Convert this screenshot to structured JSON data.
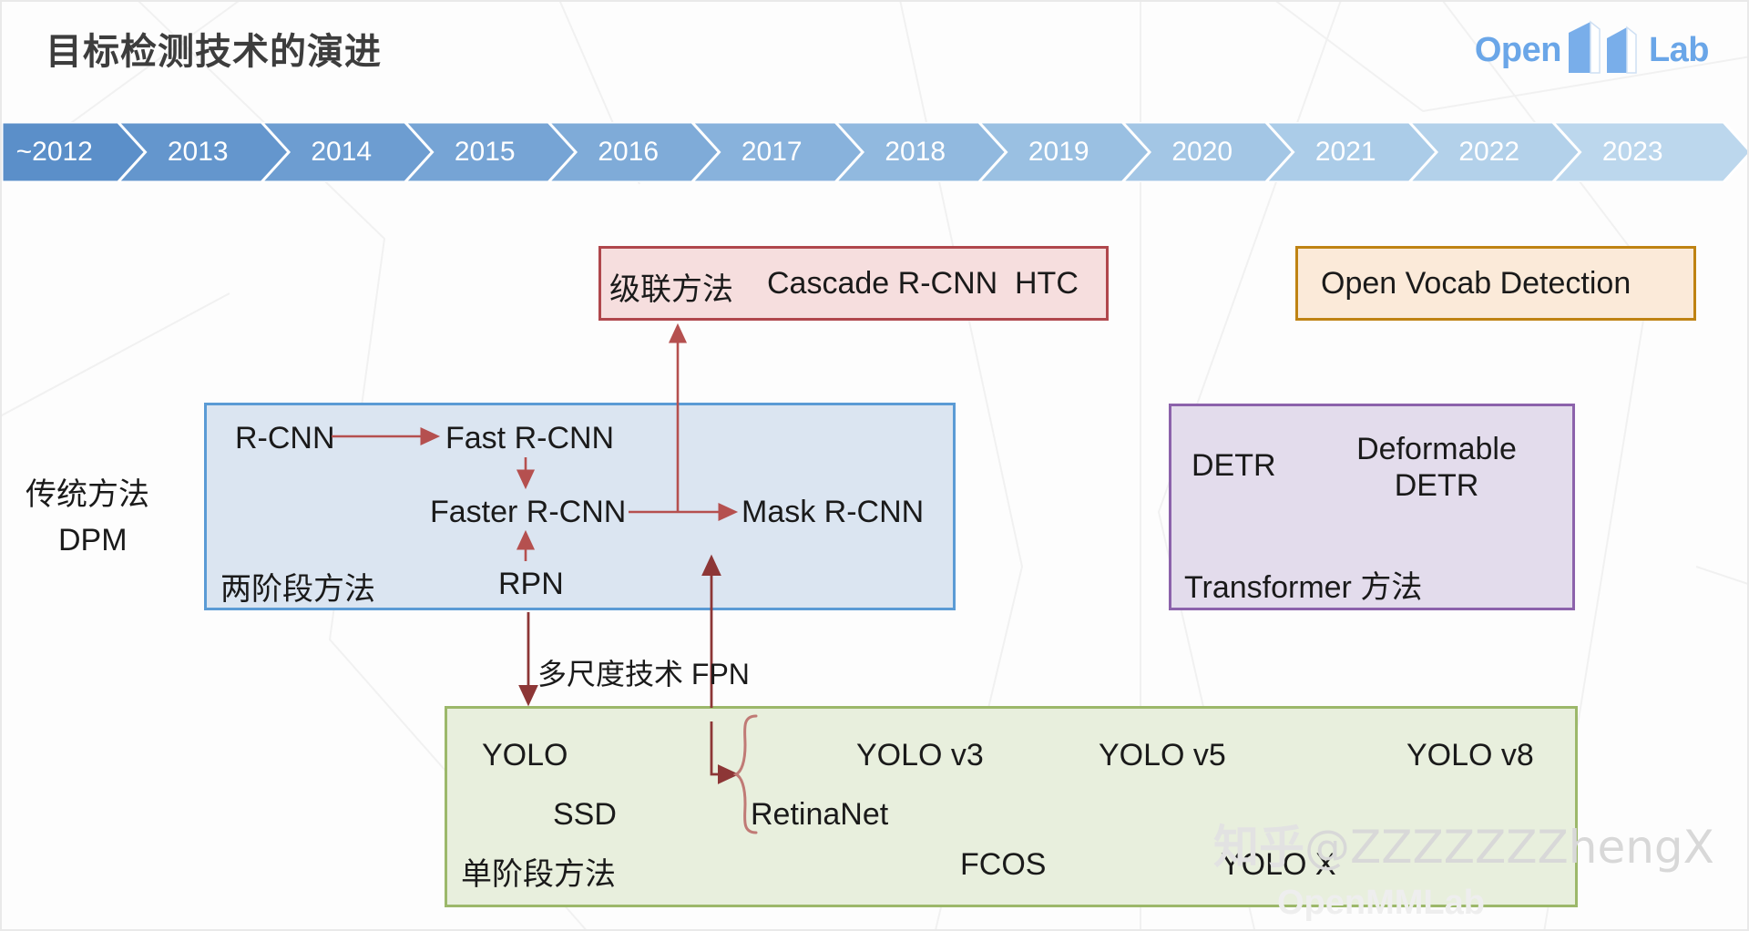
{
  "header": {
    "title": "目标检测技术的演进",
    "logo": {
      "part1": "Open",
      "mark": "MM",
      "part2": "Lab",
      "name": "openmmlab-logo",
      "color": "#6aa6e8"
    }
  },
  "timeline": {
    "segments": [
      {
        "label": "~2012",
        "color": "#5b8fc9"
      },
      {
        "label": "2013",
        "color": "#6496cd"
      },
      {
        "label": "2014",
        "color": "#6d9dd1"
      },
      {
        "label": "2015",
        "color": "#76a4d5"
      },
      {
        "label": "2016",
        "color": "#7fabd8"
      },
      {
        "label": "2017",
        "color": "#88b2dc"
      },
      {
        "label": "2018",
        "color": "#91b9df"
      },
      {
        "label": "2019",
        "color": "#9ac0e2"
      },
      {
        "label": "2020",
        "color": "#a3c6e5"
      },
      {
        "label": "2021",
        "color": "#abcce8"
      },
      {
        "label": "2022",
        "color": "#b3d1ea"
      },
      {
        "label": "2023",
        "color": "#bcd7ed"
      }
    ]
  },
  "traditional": {
    "method_label": "传统方法",
    "model_label": "DPM"
  },
  "cascade_box": {
    "category": "级联方法",
    "items": [
      "Cascade R-CNN",
      "HTC"
    ],
    "fill": "#f6dede",
    "border": "#b0474c"
  },
  "open_vocab_box": {
    "label": "Open Vocab Detection",
    "fill": "#fbead9",
    "border": "#bf8313"
  },
  "two_stage_box": {
    "category": "两阶段方法",
    "nodes": {
      "rcnn": "R-CNN",
      "fast_rcnn": "Fast R-CNN",
      "faster_rcnn": "Faster R-CNN",
      "mask_rcnn": "Mask R-CNN",
      "rpn": "RPN"
    },
    "fill": "#dbe5f1",
    "border": "#5b9bd5"
  },
  "transformer_box": {
    "category": "Transformer 方法",
    "nodes": {
      "detr": "DETR",
      "deformable_detr_line1": "Deformable",
      "deformable_detr_line2": "DETR"
    },
    "fill": "#e3dcec",
    "border": "#8c62ab"
  },
  "one_stage_box": {
    "category": "单阶段方法",
    "nodes": {
      "yolo": "YOLO",
      "ssd": "SSD",
      "retinanet": "RetinaNet",
      "yolo_v3": "YOLO v3",
      "yolo_v5": "YOLO v5",
      "yolo_v8": "YOLO v8",
      "fcos": "FCOS",
      "yolo_x": "YOLO X"
    },
    "fill": "#e8efdd",
    "border": "#9cb86a"
  },
  "connectors": {
    "fpn_label": "多尺度技术 FPN",
    "color": "#a03b3b"
  },
  "watermark": {
    "zhihu_logo": "知乎",
    "handle": "@ZZZZZZZhengX",
    "openmmlab": "OpenMMLab"
  }
}
